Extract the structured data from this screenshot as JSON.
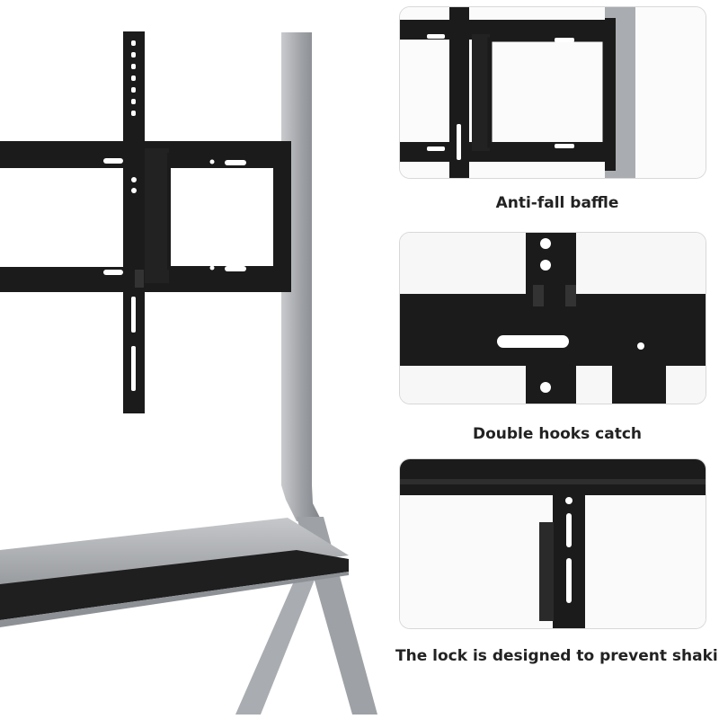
{
  "captions": {
    "anti_fall": "Anti-fall baffle",
    "double_hooks": "Double hooks catch",
    "lock": "The lock is designed to prevent shaking"
  },
  "colors": {
    "bracket_black": "#1b1b1b",
    "pole_silver": "#a9acb0",
    "caption_text": "#222222",
    "panel_border": "#d8d8d8"
  }
}
